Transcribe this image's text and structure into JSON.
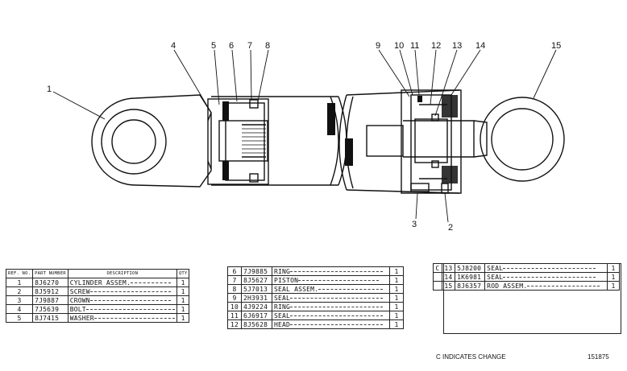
{
  "callouts": [
    "1",
    "2",
    "3",
    "4",
    "5",
    "6",
    "7",
    "8",
    "9",
    "10",
    "11",
    "12",
    "13",
    "14",
    "15"
  ],
  "table1": {
    "headers": {
      "ref": "REF. NO.",
      "part": "PART NUMBER",
      "desc": "DESCRIPTION",
      "qty": "QTY"
    },
    "rows": [
      {
        "ref": "1",
        "part": "8J6270",
        "desc": "CYLINDER ASSEM.",
        "qty": "1"
      },
      {
        "ref": "2",
        "part": "8J5912",
        "desc": "SCREW",
        "qty": "1"
      },
      {
        "ref": "3",
        "part": "7J9887",
        "desc": "CROWN",
        "qty": "1"
      },
      {
        "ref": "4",
        "part": "7J5639",
        "desc": "BOLT",
        "qty": "1"
      },
      {
        "ref": "5",
        "part": "8J7415",
        "desc": "WASHER",
        "qty": "1"
      }
    ]
  },
  "table2": {
    "rows": [
      {
        "ref": "6",
        "part": "7J9885",
        "desc": "RING",
        "qty": "1"
      },
      {
        "ref": "7",
        "part": "8J5627",
        "desc": "PISTON",
        "qty": "1"
      },
      {
        "ref": "8",
        "part": "5J7013",
        "desc": "SEAL ASSEM.",
        "qty": "1"
      },
      {
        "ref": "9",
        "part": "2H3931",
        "desc": "SEAL",
        "qty": "1"
      },
      {
        "ref": "10",
        "part": "4J9224",
        "desc": "RING",
        "qty": "1"
      },
      {
        "ref": "11",
        "part": "6J6917",
        "desc": "SEAL",
        "qty": "1"
      },
      {
        "ref": "12",
        "part": "8J5628",
        "desc": "HEAD",
        "qty": "1"
      }
    ]
  },
  "table3": {
    "rows": [
      {
        "chg": "C",
        "ref": "13",
        "part": "5J8200",
        "desc": "SEAL",
        "qty": "1"
      },
      {
        "chg": "",
        "ref": "14",
        "part": "1K6981",
        "desc": "SEAL",
        "qty": "1"
      },
      {
        "chg": "",
        "ref": "15",
        "part": "8J6357",
        "desc": "ROD ASSEM.",
        "qty": "1"
      }
    ]
  },
  "footer": {
    "change_note": "C INDICATES CHANGE",
    "drawing_number": "151875"
  }
}
